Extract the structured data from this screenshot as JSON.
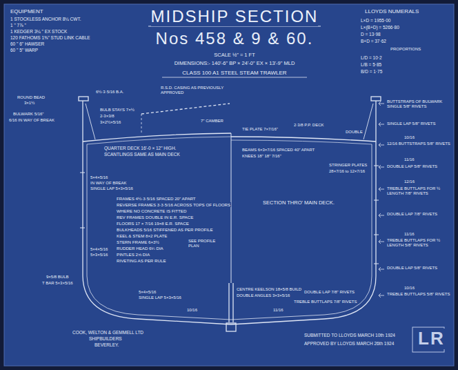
{
  "diagram": {
    "title": "MIDSHIP SECTION",
    "labels": [
      "EQUIPMENT",
      "1 STOCKLESS ANCHOR 8¼ CWT.",
      "1  \"  7⅞  \"",
      "1 KEDGER 3¼ \" EX STOCK",
      "120 FATHOMS 1⅝\" STUD LINK CABLE",
      "60 \" 6\" HAWSER",
      "60 \" 5\" WARP",
      "Nos 458 & 9 & 60.",
      "SCALE ½\" = 1 FT",
      "DIMENSIONS:- 140'-6\" BP × 24'-0\" EX × 13'-9\" MLD",
      "CLASS 100 A1 STEEL STEAM TRAWLER",
      "LLOYDS NUMERALS",
      "L×D = 1955·00",
      "L×(B+D) = 5266·80",
      "D = 13·98",
      "B+D = 37·62",
      "PROPORTIONS",
      "L/D = 10·2",
      "L/B = 5·85",
      "B/D = 1·75",
      "ROUND BEAD",
      "3×1½",
      "BULWARK 5/16\"",
      "6/16 IN WAY OF BREAK",
      "6½·3·5/16 B.A.",
      "BULB STAYS 7×½",
      "2-3×3/8",
      "3×2½×5/16",
      "R.S.D. CASING AS PREVIOUSLY APPROVED",
      "7\" CAMBER",
      "TIE PLATE 7×7/16\"",
      "2·3/8 P.P. DECK",
      "DOUBLE",
      "QUARTER DECK 16'-0 × 12\" HIGH.",
      "SCANTLINGS SAME AS MAIN DECK",
      "BEAMS 6×3×7/16 SPACED 40\" APART",
      "KNEES 18\" 18\" 7/16\"",
      "STRINGER PLATES",
      "28×7/16 to 12×7/16",
      "5×4×5/16",
      "IN WAY OF BREAK",
      "SINGLE LAP 5×3×5/16",
      "FRAMES 4½·3·5/16 SPACED 20\" APART",
      "REVERSE FRAMES 3·3·5/16 ACROSS TOPS OF FLOORS",
      "WHERE NO CONCRETE IS FITTED",
      "REV FRAMES DOUBLE IN E.R. SPACE",
      "FLOORS 17 × 7/16  19×8 E.R. SPACE",
      "BULKHEADS 5/16 STIFFENED AS PER PROFILE",
      "KEEL & STEM 8×2 PLATE",
      "STERN FRAME 6×3½",
      "RUDDER HEAD 6¼ DIA",
      "PINTLES 2⅝ DIA",
      "RIVETING AS PER RULE",
      "SEE PROFILE PLAN",
      "SECTION THRO' MAIN DECK.",
      "5×4×5/16",
      "5×3×5/16",
      "9×5/8 BULB",
      "T BAR 5×3×5/16",
      "5×4×5/16",
      "SINGLE LAP 5×3×5/16",
      "CENTRE KEELSON 18×5/8 BUILD",
      "DOUBLE ANGLES 3×3×5/16",
      "DOUBLE LAP 7/8\" RIVETS",
      "TREBLE BUTTLAPS 7/8\" RIVETS",
      "10/16",
      "11/16",
      "COOK, WELTON & GEMMELL LTD",
      "SHIPBUILDERS",
      "BEVERLEY.",
      "SUBMITTED TO LLOYDS MARCH 10th 1924",
      "APPROVED BY LLOYDS MARCH 26th 1924",
      "BUTTSTRAPS OF BULWARK SINGLE 5/8\" RIVETS",
      "SINGLE LAP 5/8\" RIVETS",
      "10/16",
      "12/16 BUTTSTRAPS 5/8\" RIVETS",
      "11/16",
      "DOUBLE LAP 5/8\" RIVETS",
      "12/16",
      "TREBLE BUTTLAPS FOR ½ LENGTH 7/8\" RIVETS",
      "DOUBLE LAP 7/8\" RIVETS",
      "11/16",
      "TREBLE BUTTLAPS FOR ½ LENGTH 5/8\" RIVETS",
      "DOUBLE LAP 5/8\" RIVETS",
      "10/16",
      "TREBLE BUTTLAPS 5/8\" RIVETS",
      "LR"
    ]
  }
}
